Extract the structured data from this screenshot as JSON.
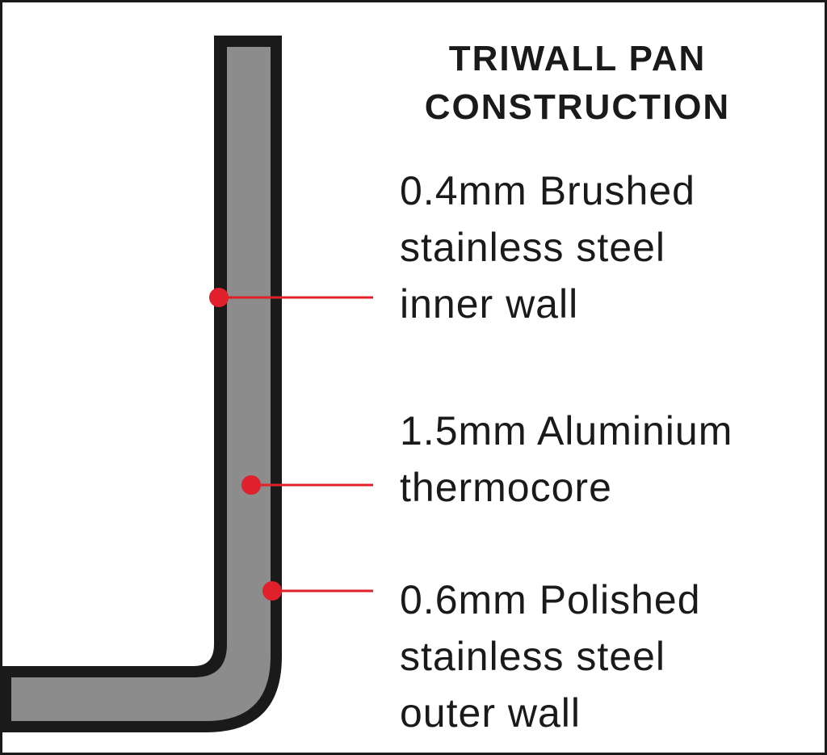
{
  "title": {
    "line1": "TRIWALL PAN",
    "line2": "CONSTRUCTION"
  },
  "layers": [
    {
      "key": "inner",
      "lines": [
        "0.4mm Brushed",
        "stainless steel",
        "inner wall"
      ]
    },
    {
      "key": "core",
      "lines": [
        "1.5mm Aluminium",
        "thermocore"
      ]
    },
    {
      "key": "outer",
      "lines": [
        "0.6mm Polished",
        "stainless steel",
        "outer wall"
      ]
    }
  ],
  "colors": {
    "outline": "#1a1a1a",
    "core_fill": "#8c8c8c",
    "marker": "#e0202a",
    "text": "#1a1a1a"
  }
}
